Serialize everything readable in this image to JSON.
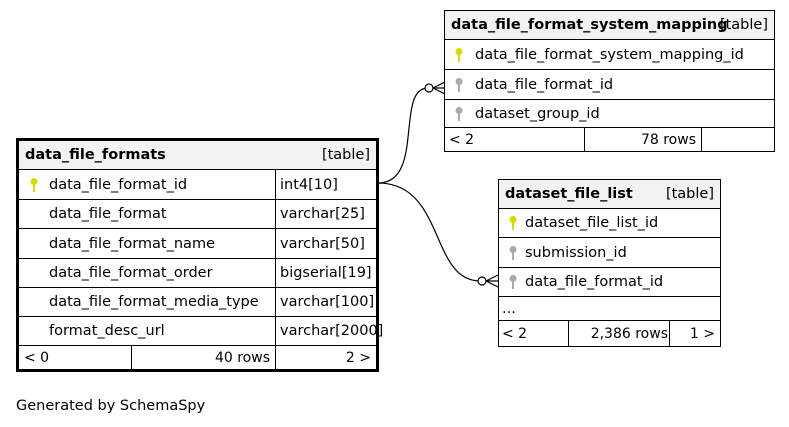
{
  "tables": {
    "mapping": {
      "name": "data_file_format_system_mapping",
      "kind": "[table]",
      "columns": [
        {
          "name": "data_file_format_system_mapping_id",
          "key": "primary"
        },
        {
          "name": "data_file_format_id",
          "key": "foreign"
        },
        {
          "name": "dataset_group_id",
          "key": "foreign"
        }
      ],
      "footer": {
        "left": "< 2",
        "rows": "78 rows",
        "right": ""
      }
    },
    "formats": {
      "name": "data_file_formats",
      "kind": "[table]",
      "columns": [
        {
          "name": "data_file_format_id",
          "type": "int4[10]",
          "key": "primary"
        },
        {
          "name": "data_file_format",
          "type": "varchar[25]",
          "key": ""
        },
        {
          "name": "data_file_format_name",
          "type": "varchar[50]",
          "key": ""
        },
        {
          "name": "data_file_format_order",
          "type": "bigserial[19]",
          "key": ""
        },
        {
          "name": "data_file_format_media_type",
          "type": "varchar[100]",
          "key": ""
        },
        {
          "name": "format_desc_url",
          "type": "varchar[2000]",
          "key": ""
        }
      ],
      "footer": {
        "left": "< 0",
        "rows": "40 rows",
        "right": "2 >"
      }
    },
    "filelist": {
      "name": "dataset_file_list",
      "kind": "[table]",
      "columns": [
        {
          "name": "dataset_file_list_id",
          "key": "primary"
        },
        {
          "name": "submission_id",
          "key": "foreign"
        },
        {
          "name": "data_file_format_id",
          "key": "foreign"
        }
      ],
      "more": "...",
      "footer": {
        "left": "< 2",
        "rows": "2,386 rows",
        "right": "1 >"
      }
    }
  },
  "generated_by": "Generated by SchemaSpy",
  "colors": {
    "primary_key": "#d9d900",
    "foreign_key": "#aaaaaa",
    "header_bg": "#f2f2f2"
  }
}
